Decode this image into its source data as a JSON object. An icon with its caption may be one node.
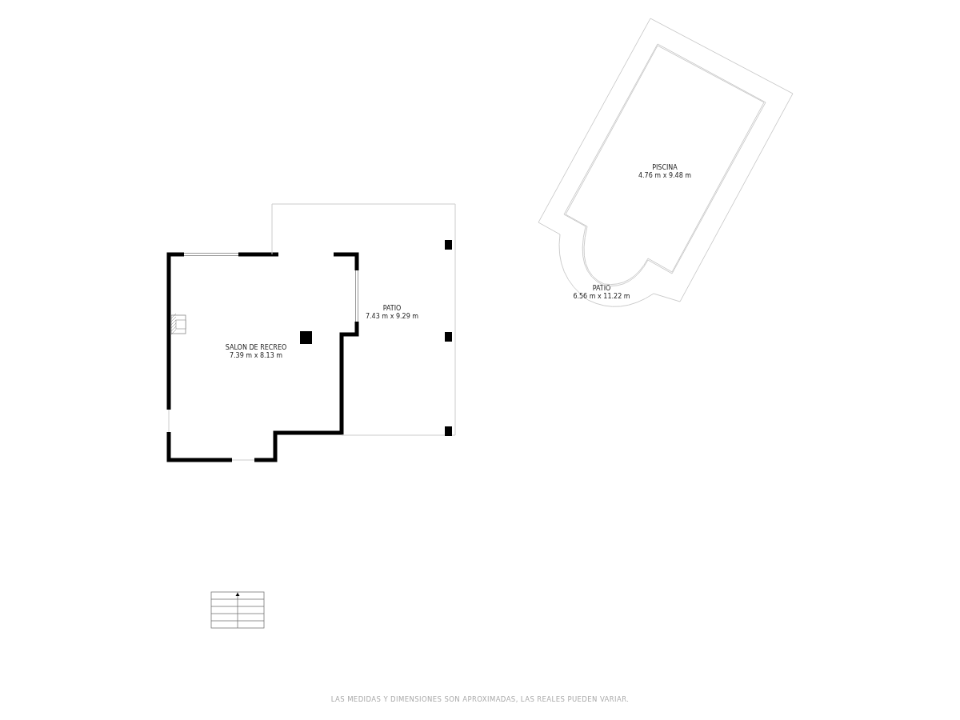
{
  "diagram": {
    "caption": "LAS MEDIDAS Y DIMENSIONES SON APROXIMADAS, LAS REALES PUEDEN VARIAR.",
    "nodes": [
      {
        "text": [
          "SALON DE RECREO",
          "7.39 m x 8.13 m"
        ]
      },
      {
        "text": [
          "PATIO",
          "7.43 m x 9.29 m"
        ]
      },
      {
        "text": [
          "PATIO",
          "6.56 m x 11.22 m"
        ]
      },
      {
        "text": [
          "PISCINA",
          "4.76 m x 9.48 m"
        ],
        "in": 2
      }
    ],
    "edges": []
  }
}
